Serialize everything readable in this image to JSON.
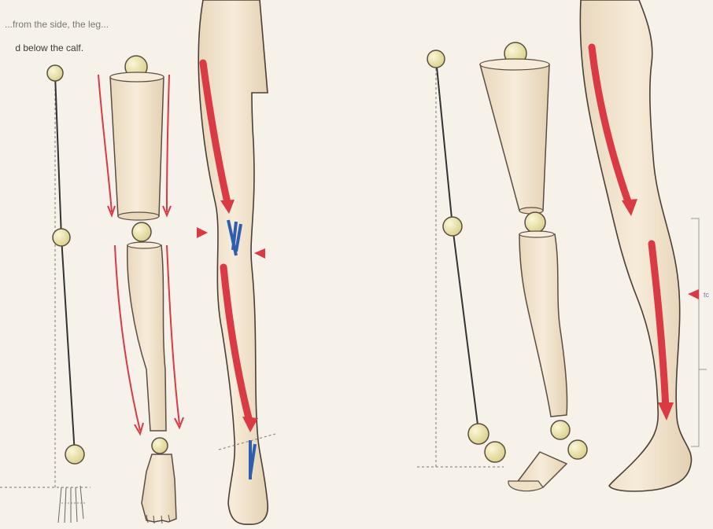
{
  "caption": {
    "line1": "...from the side, the leg...",
    "line2": "d below the calf."
  },
  "edge_text": "tc",
  "colors": {
    "paper": "#f6f2ea",
    "limb_fill": "#f3e6cf",
    "limb_stroke": "#5a4e42",
    "joint_fill": "#efe8a6",
    "arrow_red": "#d93a44",
    "arrow_blue": "#2f5db0",
    "guide_line": "#777777"
  }
}
